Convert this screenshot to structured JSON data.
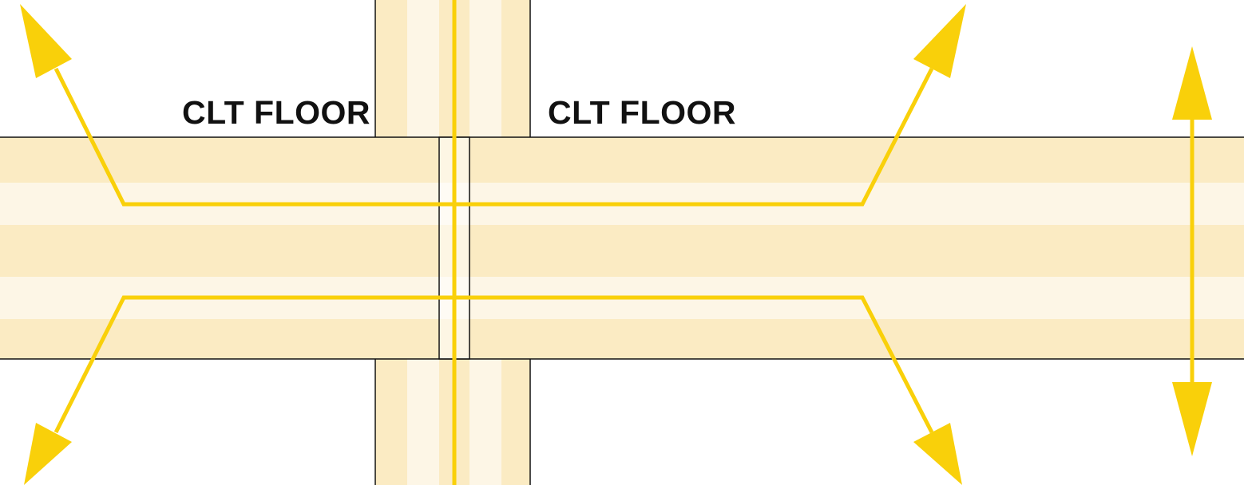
{
  "labels": {
    "left_floor": "CLT FLOOR",
    "right_floor": "CLT FLOOR"
  },
  "colors": {
    "timber_layer_dark": "#fbebc3",
    "timber_layer_light": "#fdf6e6",
    "load_arrow": "#f9d00a",
    "outline": "#111111",
    "background": "#ffffff"
  },
  "icons": {
    "arrow": "arrowhead"
  }
}
